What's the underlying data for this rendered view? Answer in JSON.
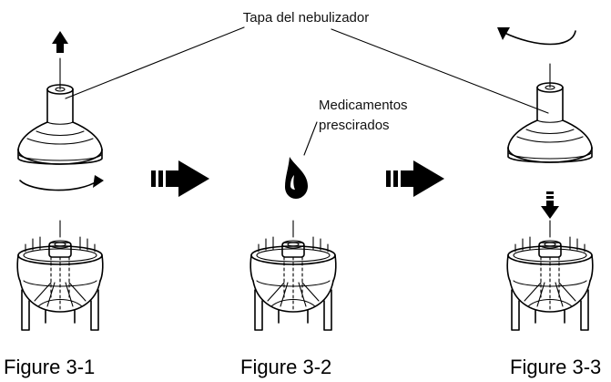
{
  "labels": {
    "cap": "Tapa del nebulizador",
    "medicine_line1": "Medicamentos",
    "medicine_line2": "prescirados"
  },
  "figures": [
    {
      "caption": "Figure 3-1"
    },
    {
      "caption": "Figure 3-2"
    },
    {
      "caption": "Figure 3-3"
    }
  ],
  "icons": {
    "up_arrow": "up-arrow-icon",
    "down_arrow": "down-arrow-icon",
    "step_arrow": "step-arrow-icon",
    "drop": "drop-icon",
    "rotate_cw": "rotate-clockwise-arrow-icon",
    "rotate_ccw": "rotate-counterclockwise-arrow-icon"
  },
  "colors": {
    "ink": "#000000",
    "background": "#ffffff"
  }
}
